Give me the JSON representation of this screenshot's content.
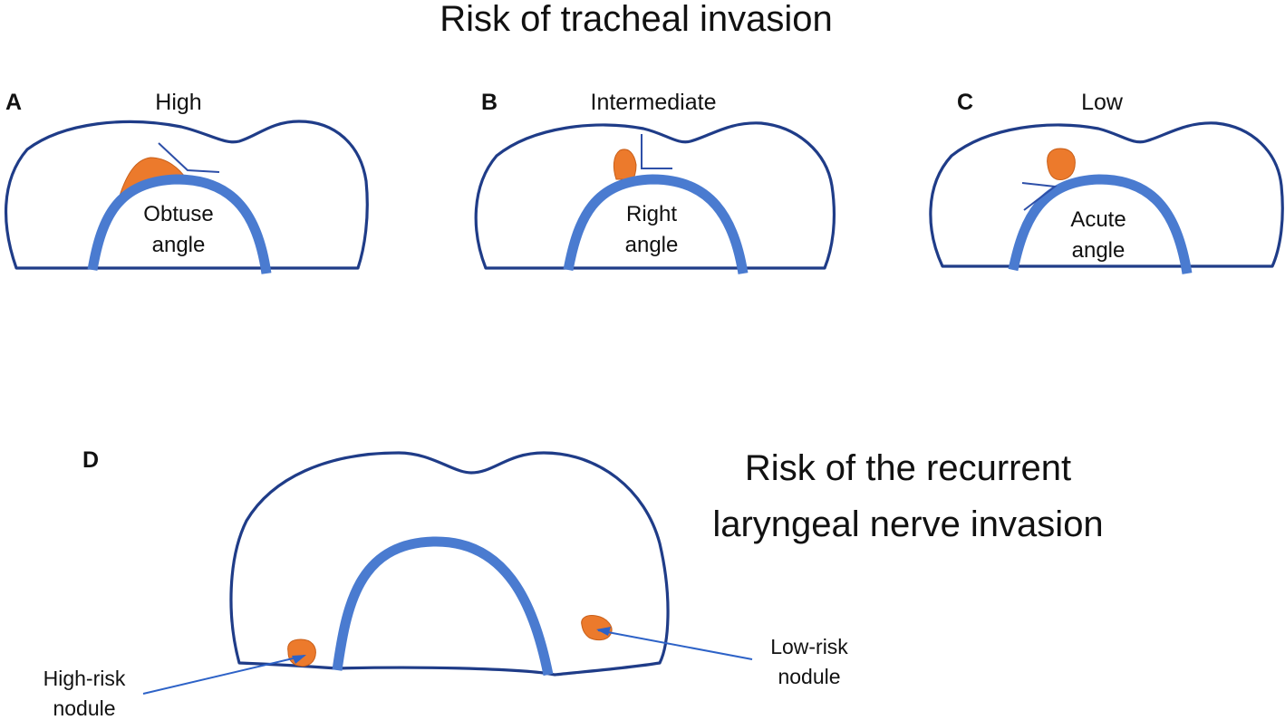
{
  "title_top": "Risk of tracheal invasion",
  "panels": {
    "a": {
      "letter": "A",
      "risk": "High",
      "angle_line1": "Obtuse",
      "angle_line2": "angle"
    },
    "b": {
      "letter": "B",
      "risk": "Intermediate",
      "angle_line1": "Right",
      "angle_line2": "angle"
    },
    "c": {
      "letter": "C",
      "risk": "Low",
      "angle_line1": "Acute",
      "angle_line2": "angle"
    },
    "d": {
      "letter": "D",
      "title_line1": "Risk of the recurrent",
      "title_line2": "laryngeal nerve invasion",
      "high_label_line1": "High-risk",
      "high_label_line2": "nodule",
      "low_label_line1": "Low-risk",
      "low_label_line2": "nodule"
    }
  },
  "colors": {
    "thyroid_outline": "#1f3c88",
    "trachea": "#4a7bd0",
    "nodule": "#ec7a2c"
  }
}
